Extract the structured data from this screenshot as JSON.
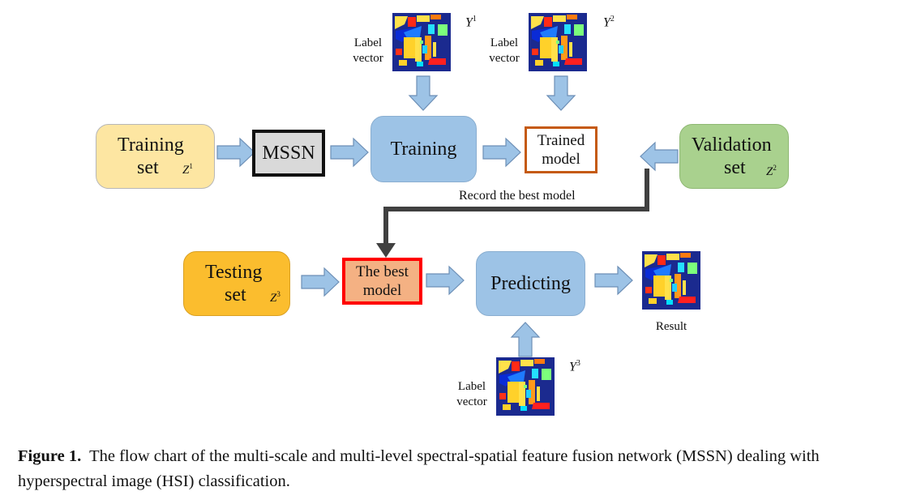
{
  "nodes": {
    "training_set": {
      "line1": "Training",
      "line2": "set",
      "var": "Z",
      "sup": "1"
    },
    "mssn": {
      "label": "MSSN"
    },
    "training": {
      "label": "Training"
    },
    "trained_model": {
      "line1": "Trained",
      "line2": "model"
    },
    "validation_set": {
      "line1": "Validation",
      "line2": "set",
      "var": "Z",
      "sup": "2"
    },
    "testing_set": {
      "line1": "Testing",
      "line2": "set",
      "var": "Z",
      "sup": "3"
    },
    "best_model": {
      "line1": "The best",
      "line2": "model"
    },
    "predicting": {
      "label": "Predicting"
    },
    "result": {
      "label": "Result"
    }
  },
  "label_vectors": [
    {
      "line1": "Label",
      "line2": "vector",
      "var": "Y",
      "sup": "1"
    },
    {
      "line1": "Label",
      "line2": "vector",
      "var": "Y",
      "sup": "2"
    },
    {
      "line1": "Label",
      "line2": "vector",
      "var": "Y",
      "sup": "3"
    }
  ],
  "edge_label": "Record the best model",
  "caption": {
    "bold": "Figure 1.",
    "text": "The flow chart of the multi-scale and multi-level spectral-spatial feature fusion network (MSSN) dealing with hyperspectral image (HSI) classification."
  },
  "colors": {
    "training_set_fill": "#fde6a2",
    "mssn_fill": "#d9d9d9",
    "training_fill": "#9dc3e6",
    "trained_model_border": "#c55a11",
    "validation_fill": "#a9d18e",
    "testing_fill": "#fbbd2e",
    "best_model_fill": "#f4b183",
    "best_model_border": "#ff0000",
    "arrow_fill": "#9dc3e6"
  }
}
